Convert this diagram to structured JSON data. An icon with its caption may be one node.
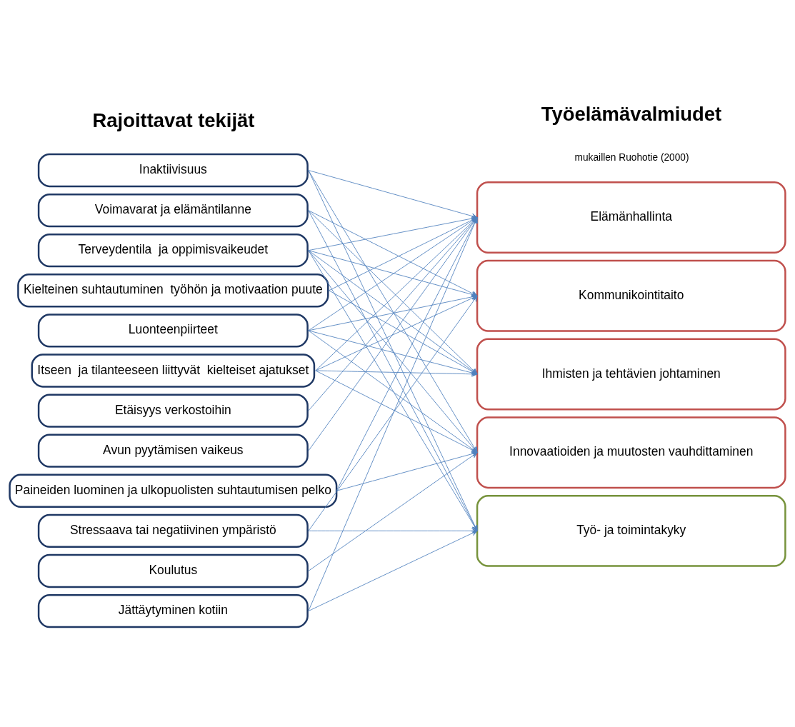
{
  "diagram": {
    "nodes": [
      {
        "text": [
          "Inaktiivisuus"
        ]
      },
      {
        "text": [
          "Voimavarat ja elämäntilanne"
        ]
      },
      {
        "text": [
          "Terveydentila  ja oppimisvaikeudet"
        ]
      },
      {
        "text": [
          "Kielteinen suhtautuminen  työhön ja motivaation puute"
        ]
      },
      {
        "text": [
          "Luonteenpiirteet"
        ]
      },
      {
        "text": [
          "Itseen  ja tilanteeseen liittyvät  kielteiset ajatukset"
        ]
      },
      {
        "text": [
          "Etäisyys verkostoihin"
        ]
      },
      {
        "text": [
          "Avun pyytämisen vaikeus"
        ]
      },
      {
        "text": [
          "Paineiden luominen ja ulkopuolisten suhtautumisen pelko"
        ]
      },
      {
        "text": [
          "Stressaava tai negatiivinen ympäristö"
        ]
      },
      {
        "text": [
          "Koulutus"
        ]
      },
      {
        "text": [
          "Jättäytyminen kotiin"
        ]
      },
      {
        "text": [
          "Elämänhallinta"
        ]
      },
      {
        "text": [
          "Kommunikointitaito"
        ]
      },
      {
        "text": [
          "Ihmisten ja tehtävien johtaminen"
        ]
      },
      {
        "text": [
          "Innovaatioiden ja muutosten vauhdittaminen"
        ]
      },
      {
        "text": [
          "Työ- ja toimintakyky"
        ]
      }
    ],
    "edges": [
      {
        "from": 0,
        "to": 12,
        "arrow": "to"
      },
      {
        "from": 0,
        "to": 15,
        "arrow": "to"
      },
      {
        "from": 0,
        "to": 16,
        "arrow": "to"
      },
      {
        "from": 1,
        "to": 13,
        "arrow": "to"
      },
      {
        "from": 1,
        "to": 14,
        "arrow": "to"
      },
      {
        "from": 1,
        "to": 16,
        "arrow": "to"
      },
      {
        "from": 2,
        "to": 12,
        "arrow": "to"
      },
      {
        "from": 2,
        "to": 13,
        "arrow": "to"
      },
      {
        "from": 2,
        "to": 14,
        "arrow": "to"
      },
      {
        "from": 2,
        "to": 15,
        "arrow": "to"
      },
      {
        "from": 2,
        "to": 16,
        "arrow": "to"
      },
      {
        "from": 3,
        "to": 12,
        "arrow": "to"
      },
      {
        "from": 3,
        "to": 14,
        "arrow": "to"
      },
      {
        "from": 4,
        "to": 12,
        "arrow": "to"
      },
      {
        "from": 4,
        "to": 13,
        "arrow": "to"
      },
      {
        "from": 4,
        "to": 14,
        "arrow": "to"
      },
      {
        "from": 4,
        "to": 15,
        "arrow": "to"
      },
      {
        "from": 5,
        "to": 12,
        "arrow": "to"
      },
      {
        "from": 5,
        "to": 13,
        "arrow": "to"
      },
      {
        "from": 5,
        "to": 14,
        "arrow": "to"
      },
      {
        "from": 5,
        "to": 15,
        "arrow": "to"
      },
      {
        "from": 6,
        "to": 12,
        "arrow": "to"
      },
      {
        "from": 7,
        "to": 12,
        "arrow": "to"
      },
      {
        "from": 8,
        "to": 12,
        "arrow": "to"
      },
      {
        "from": 8,
        "to": 15,
        "arrow": "to"
      },
      {
        "from": 9,
        "to": 13,
        "arrow": "to"
      },
      {
        "from": 9,
        "to": 16,
        "arrow": "to"
      },
      {
        "from": 10,
        "to": 15,
        "arrow": "to"
      },
      {
        "from": 11,
        "to": 12,
        "arrow": "to"
      },
      {
        "from": 11,
        "to": 16,
        "arrow": "to"
      }
    ],
    "labels": [
      "Rajoittavat tekijät",
      "Työelämävalmiudet",
      "mukaillen Ruohotie (2000)"
    ]
  }
}
